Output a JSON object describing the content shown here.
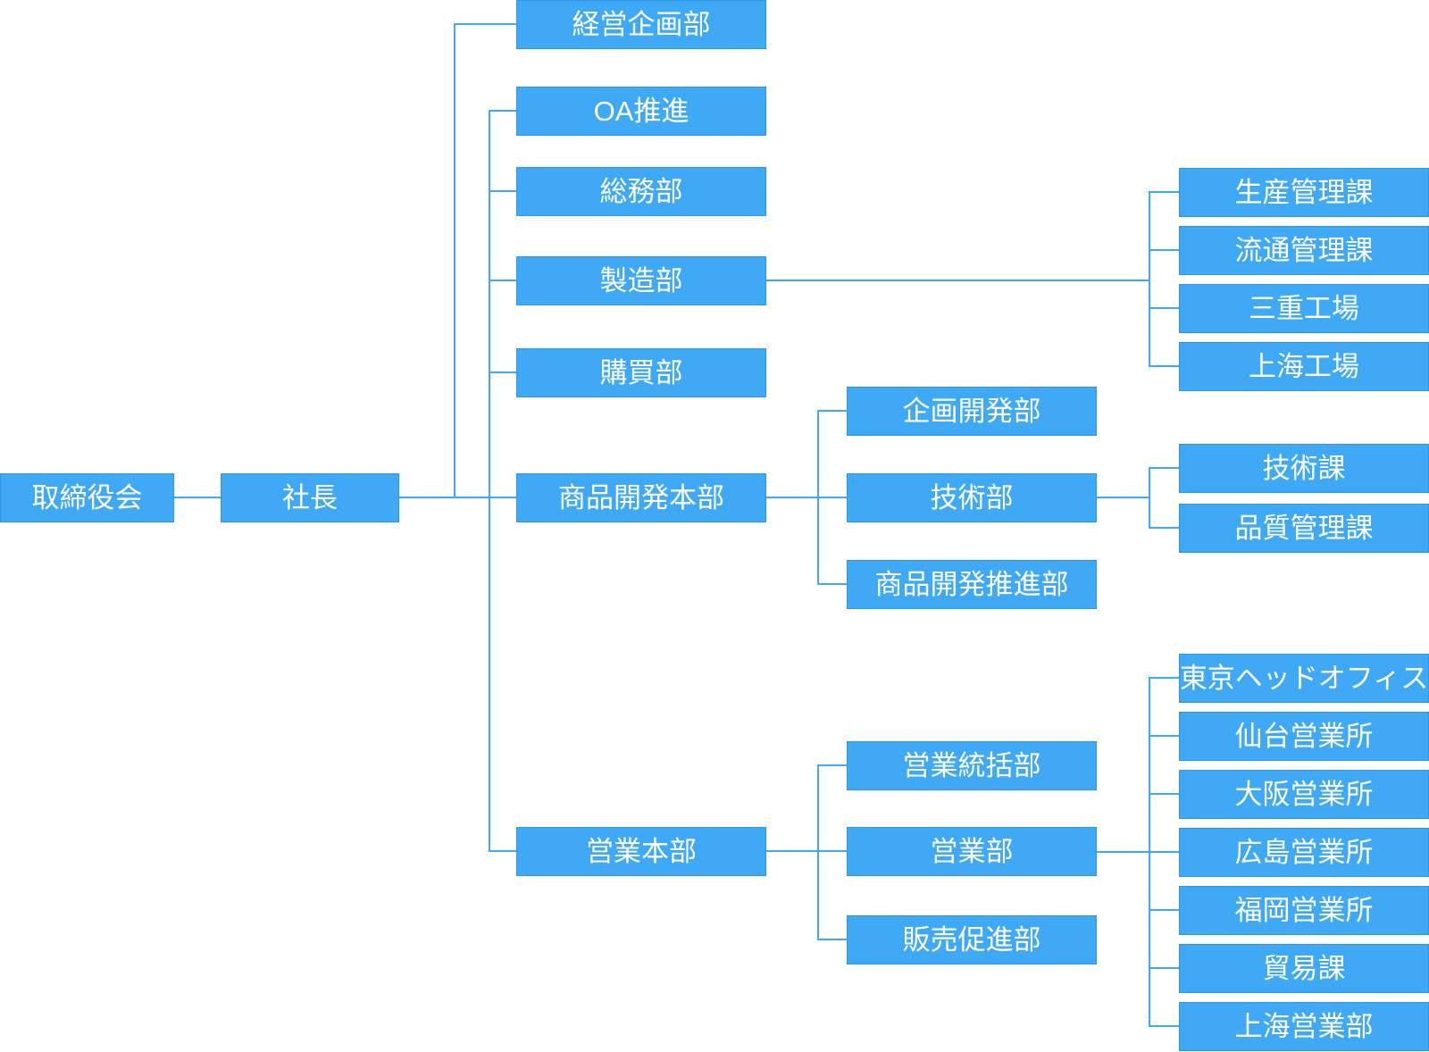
{
  "colors": {
    "accent": "#3fa9f5",
    "node_border": "#2d97e5",
    "node_text": "#ffffff",
    "background": "#ffffff"
  },
  "nodes": {
    "board": "取締役会",
    "president": "社長",
    "planning": "経営企画部",
    "oa": "OA推進",
    "general_affairs": "総務部",
    "manufacturing": "製造部",
    "purchasing": "購買部",
    "product_dev_hq": "商品開発本部",
    "sales_hq": "営業本部",
    "production_control": "生産管理課",
    "distribution_control": "流通管理課",
    "mie_factory": "三重工場",
    "shanghai_factory": "上海工場",
    "planning_dev": "企画開発部",
    "engineering": "技術部",
    "product_dev_promotion": "商品開発推進部",
    "engineering_section": "技術課",
    "quality_control": "品質管理課",
    "sales_admin": "営業統括部",
    "sales_dept": "営業部",
    "sales_promotion": "販売促進部",
    "tokyo_head_office": "東京ヘッドオフィス",
    "sendai_office": "仙台営業所",
    "osaka_office": "大阪営業所",
    "hiroshima_office": "広島営業所",
    "fukuoka_office": "福岡営業所",
    "trade_section": "貿易課",
    "shanghai_sales": "上海営業部"
  },
  "structure": [
    {
      "parent": "board",
      "children": [
        "president"
      ]
    },
    {
      "parent": "president",
      "children": [
        "planning",
        "oa",
        "general_affairs",
        "manufacturing",
        "purchasing",
        "product_dev_hq",
        "sales_hq"
      ]
    },
    {
      "parent": "manufacturing",
      "children": [
        "production_control",
        "distribution_control",
        "mie_factory",
        "shanghai_factory"
      ]
    },
    {
      "parent": "product_dev_hq",
      "children": [
        "planning_dev",
        "engineering",
        "product_dev_promotion"
      ]
    },
    {
      "parent": "engineering",
      "children": [
        "engineering_section",
        "quality_control"
      ]
    },
    {
      "parent": "sales_hq",
      "children": [
        "sales_admin",
        "sales_dept",
        "sales_promotion"
      ]
    },
    {
      "parent": "sales_dept",
      "children": [
        "tokyo_head_office",
        "sendai_office",
        "osaka_office",
        "hiroshima_office",
        "fukuoka_office",
        "trade_section",
        "shanghai_sales"
      ]
    }
  ]
}
